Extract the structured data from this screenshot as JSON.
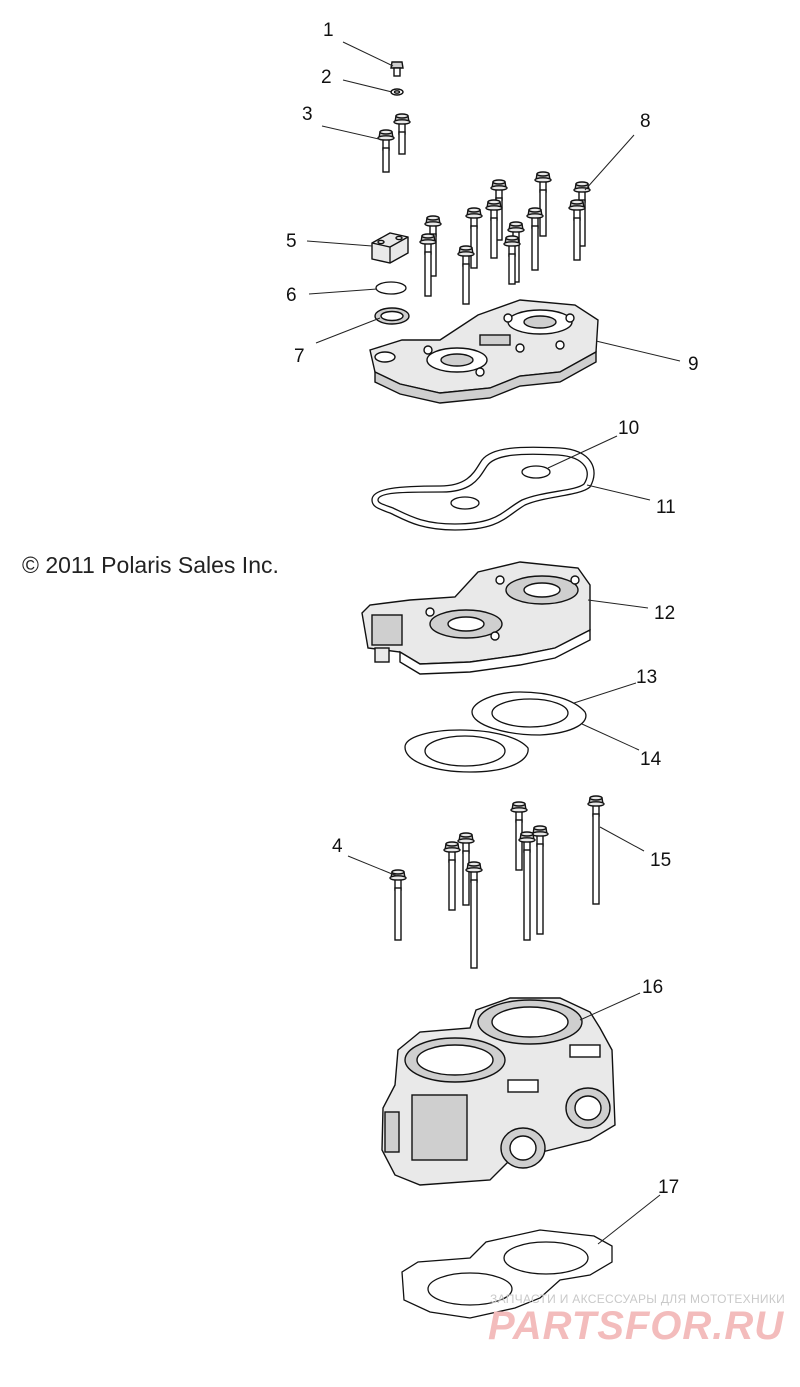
{
  "copyright": "© 2011 Polaris Sales Inc.",
  "callouts": [
    "1",
    "2",
    "3",
    "4",
    "5",
    "6",
    "7",
    "8",
    "9",
    "10",
    "11",
    "12",
    "13",
    "14",
    "15",
    "16",
    "17"
  ],
  "watermark": {
    "caption": "ЗАПЧАСТИ И АКСЕССУАРЫ ДЛЯ МОТОТЕХНИКИ",
    "logo": "PARTSFOR.RU"
  }
}
